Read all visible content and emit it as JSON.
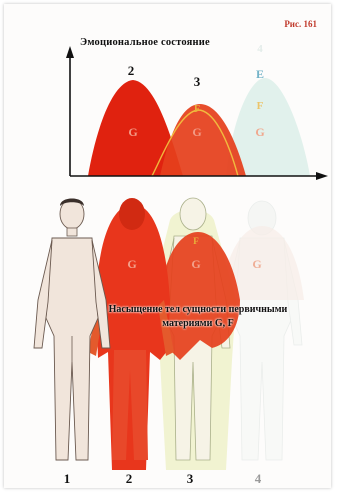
{
  "figure_label": "Рис. 161",
  "graph": {
    "axis_title": "Эмоциональное состояние",
    "peaks": [
      {
        "number": "2",
        "levels": [
          "G"
        ]
      },
      {
        "number": "3",
        "levels": [
          "F",
          "G"
        ]
      },
      {
        "number": "4",
        "levels": [
          "E",
          "F",
          "G"
        ]
      }
    ]
  },
  "bodies": {
    "caption_lines": [
      "Насыщение тел сущности первичными",
      "материями G, F"
    ],
    "figures": [
      {
        "number": "1",
        "level": ""
      },
      {
        "number": "2",
        "level": "G"
      },
      {
        "number": "3",
        "level": "G"
      },
      {
        "number": "4",
        "level": "G"
      }
    ],
    "center_marker": "F"
  },
  "colors": {
    "peak_red": "#e0220f",
    "peak_orange": "#e5401c",
    "peak_faint": "#d8ece6",
    "level_g": "#f29a85",
    "level_f": "#e8b33a",
    "level_e": "#74b3c8",
    "skin": "#f1e5db",
    "aura_red": "#e8361c",
    "aura_light": "#f0f2cc"
  }
}
